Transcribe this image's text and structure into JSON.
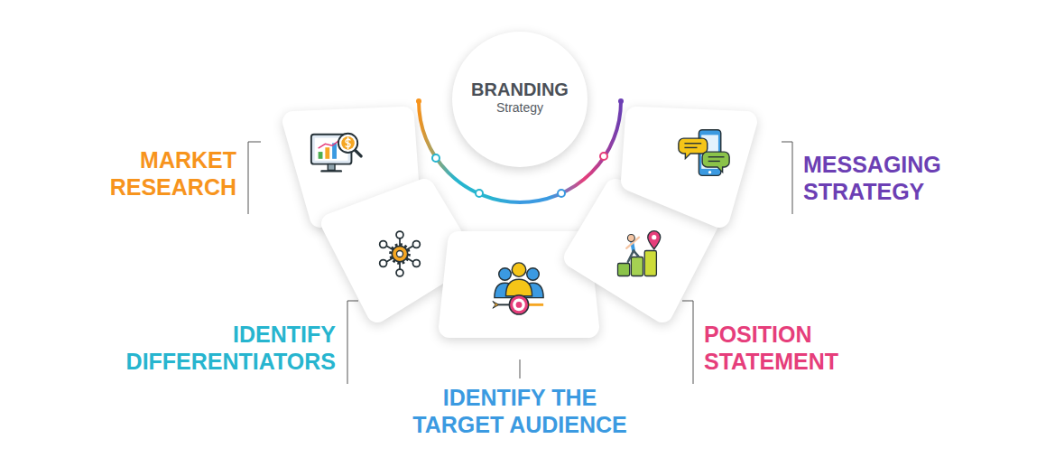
{
  "diagram": {
    "nodes": [
      {
        "text": [
          "BRANDING",
          "Strategy"
        ]
      },
      {
        "text": [
          "MARKET RESEARCH"
        ]
      },
      {
        "text": [
          "IDENTIFY DIFFERENTIATORS"
        ]
      },
      {
        "text": [
          "IDENTIFY THE TARGET AUDIENCE"
        ]
      },
      {
        "text": [
          "POSITION STATEMENT"
        ]
      },
      {
        "text": [
          "MESSAGING STRATEGY"
        ]
      }
    ]
  }
}
